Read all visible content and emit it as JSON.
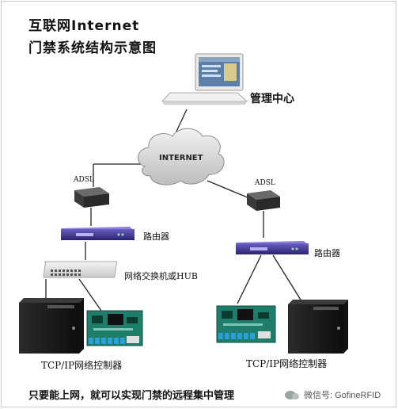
{
  "title": {
    "line1": "互联网Internet",
    "line2": "门禁系统结构示意图"
  },
  "labels": {
    "management_center": "管理中心",
    "internet": "INTERNET",
    "adsl_left": "ADSL",
    "adsl_right": "ADSL",
    "router_left": "路由器",
    "router_right": "路由器",
    "switch": "网络交换机或HUB",
    "controller_left": "TCP/IP网络控制器",
    "controller_right": "TCP/IP网络控制器",
    "footer": "只要能上网，就可以实现门禁的远程集中管理",
    "watermark": "微信号: GofineRFID"
  },
  "icons": [
    "laptop-icon",
    "cloud-icon",
    "modem-icon",
    "router-icon",
    "switch-icon",
    "cabinet-icon",
    "circuit-board-icon"
  ],
  "colors": {
    "router": "#3a2f8c",
    "board": "#1f7d6b",
    "cabinet": "#1c1c1c",
    "modem": "#4a4a4a"
  }
}
